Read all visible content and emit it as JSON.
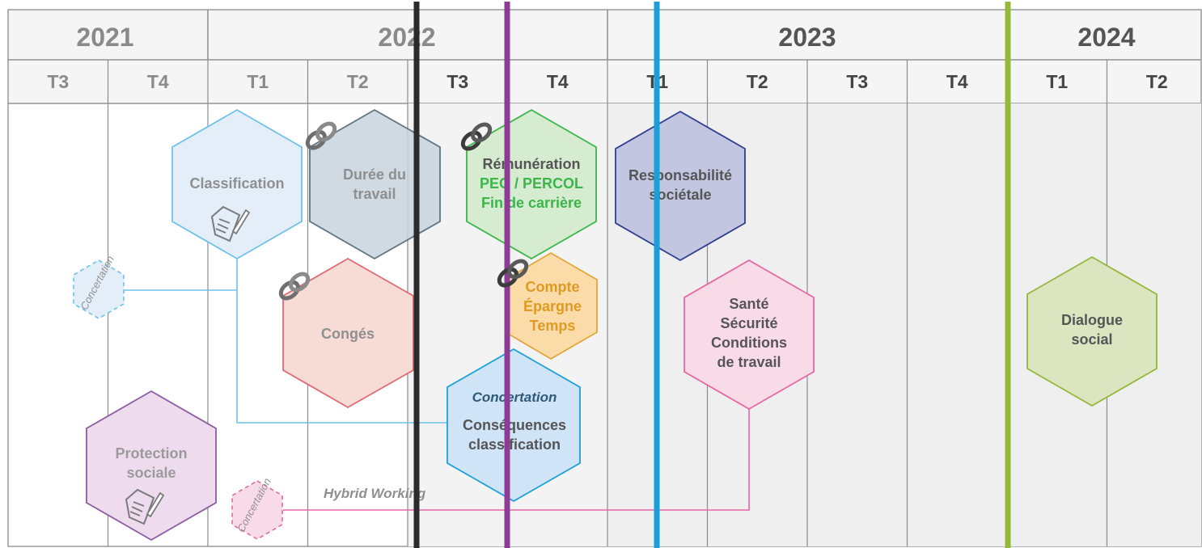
{
  "timeline": {
    "years": [
      {
        "label": "2021",
        "faded": true
      },
      {
        "label": "2022",
        "faded": true
      },
      {
        "label": "2023",
        "faded": false
      },
      {
        "label": "2024",
        "faded": false
      }
    ],
    "quarters": [
      {
        "label": "T3",
        "faded": true
      },
      {
        "label": "T4",
        "faded": true
      },
      {
        "label": "T1",
        "faded": true
      },
      {
        "label": "T2",
        "faded": true
      },
      {
        "label": "T3",
        "faded": false
      },
      {
        "label": "T4",
        "faded": false
      },
      {
        "label": "T1",
        "faded": false
      },
      {
        "label": "T2",
        "faded": false
      },
      {
        "label": "T3",
        "faded": false
      },
      {
        "label": "T4",
        "faded": false
      },
      {
        "label": "T1",
        "faded": false
      },
      {
        "label": "T2",
        "faded": false
      }
    ]
  },
  "milestones": [
    {
      "name": "black",
      "color": "#2b2b2b"
    },
    {
      "name": "purple",
      "color": "#8e3a96"
    },
    {
      "name": "blue",
      "color": "#1a9fd9"
    },
    {
      "name": "green",
      "color": "#93b83a"
    }
  ],
  "topics": {
    "classification": {
      "lines": [
        "Classification"
      ],
      "fill": "#e4eef8",
      "stroke": "#6ec1e8",
      "text_color": "#8f8f8f"
    },
    "duree": {
      "lines": [
        "Durée du",
        "travail"
      ],
      "fill": "#c7d4dd",
      "stroke": "#5f7381",
      "text_color": "#8f8f8f"
    },
    "remuneration": {
      "lines": [
        "Rémunération"
      ],
      "sub_lines": [
        "PEG / PERCOL",
        "Fin de carrière"
      ],
      "fill": "#d5ecd0",
      "stroke": "#3bb54a",
      "text_color": "#555555",
      "sub_color": "#3bb54a"
    },
    "responsabilite": {
      "lines": [
        "Responsabilité",
        "sociétale"
      ],
      "fill": "#c3c6e1",
      "stroke": "#2e3f8f",
      "text_color": "#555555"
    },
    "conges": {
      "lines": [
        "Congés"
      ],
      "fill": "#f6dcd5",
      "stroke": "#e06a74",
      "text_color": "#8f8f8f"
    },
    "compte": {
      "lines": [
        "Compte",
        "Épargne",
        "Temps"
      ],
      "fill": "#fbdca8",
      "stroke": "#e4a53a",
      "text_color": "#e09a23"
    },
    "sante": {
      "lines": [
        "Santé",
        "Sécurité",
        "Conditions",
        "de travail"
      ],
      "fill": "#f9dbe7",
      "stroke": "#e667a6",
      "text_color": "#555555"
    },
    "dialogue": {
      "lines": [
        "Dialogue",
        "social"
      ],
      "fill": "#dbe5c0",
      "stroke": "#93b83a",
      "text_color": "#555555"
    },
    "consequences": {
      "header": "Concertation",
      "lines": [
        "Conséquences",
        "classification"
      ],
      "fill": "#cfe4f6",
      "stroke": "#1a9fd9",
      "text_color": "#555555",
      "header_color": "#2e5a7a"
    },
    "protection": {
      "lines": [
        "Protection",
        "sociale"
      ],
      "fill": "#eedcee",
      "stroke": "#8e5aa4",
      "text_color": "#9a9a9a"
    }
  },
  "concertation_badges": [
    {
      "label": "Concertation",
      "color": "#6ec1e8"
    },
    {
      "label": "Concertation",
      "color": "#e667a6"
    }
  ],
  "hybrid_working": {
    "label": "Hybrid Working",
    "color": "#8f8f8f"
  },
  "icons": {
    "document": "document-pen-icon",
    "link": "chain-link-icon"
  }
}
